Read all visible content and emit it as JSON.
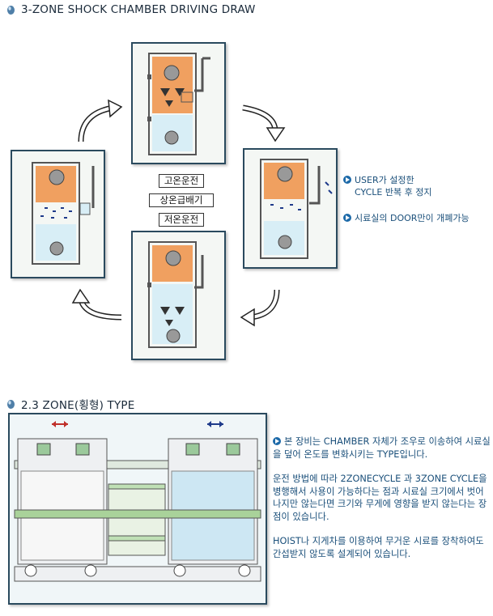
{
  "section1": {
    "title": "3-ZONE SHOCK CHAMBER DRIVING DRAW",
    "modes": [
      "고온운전",
      "상온급배기",
      "저온운전"
    ],
    "notes": [
      {
        "line1": "USER가 설정한",
        "line2": "CYCLE 반복 후 정지"
      },
      {
        "line1": "시료실의 DOOR만이 개폐가능",
        "line2": ""
      }
    ]
  },
  "section2": {
    "title": "2.3 ZONE(횡형) TYPE",
    "paragraphs": [
      "본 장비는 CHAMBER 자체가 조우로 이송하여 시료실을 덮어 온도를 변화시키는 TYPE입니다.",
      "운전 방법에 따라 2ZONECYCLE 과 3ZONE CYCLE을 병행해서 사용이 가능하다는 점과 시료실 크기에서 벗어나지만 않는다면 크기와 무게에 영향을 받지 않는다는 장점이 있습니다.",
      "HOIST나 지게차를 이용하여 무거운 시료를 장착하여도 간섭받지 않도록 설계되어 있습니다."
    ]
  },
  "colors": {
    "hot": "#f0a060",
    "cold": "#cfe8f2",
    "frame": "#2a4a5e",
    "text": "#1a4f7a",
    "arrow_red": "#c0302a",
    "arrow_blue": "#1e3a8a"
  }
}
